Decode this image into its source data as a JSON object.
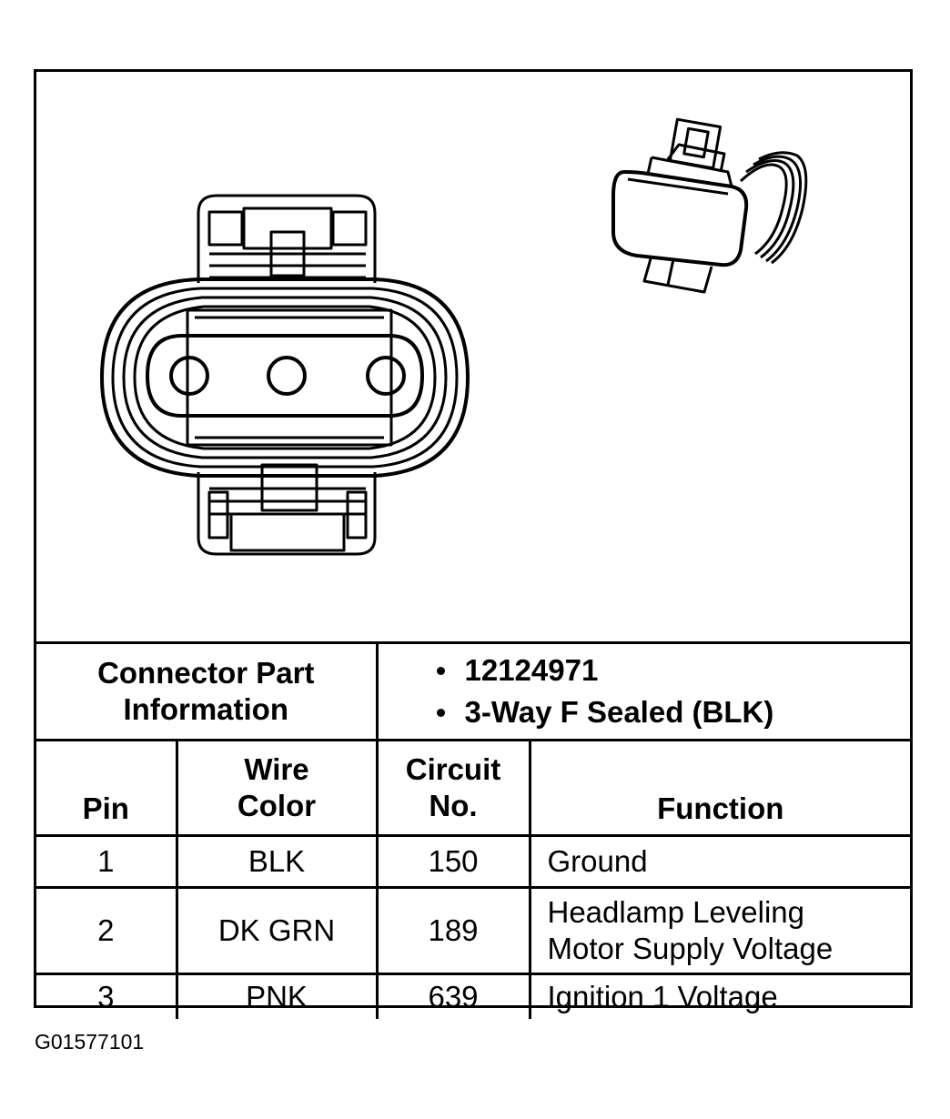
{
  "connector": {
    "info_label_line1": "Connector Part",
    "info_label_line2": "Information",
    "part_number": "12124971",
    "description": "3-Way F Sealed (BLK)"
  },
  "table": {
    "headers": {
      "pin": "Pin",
      "wire_color_line1": "Wire",
      "wire_color_line2": "Color",
      "circuit_line1": "Circuit",
      "circuit_line2": "No.",
      "function": "Function"
    },
    "rows": [
      {
        "pin": "1",
        "wire_color": "BLK",
        "circuit": "150",
        "function_line1": "Ground",
        "function_line2": ""
      },
      {
        "pin": "2",
        "wire_color": "DK GRN",
        "circuit": "189",
        "function_line1": "Headlamp Leveling",
        "function_line2": "Motor Supply Voltage"
      },
      {
        "pin": "3",
        "wire_color": "PNK",
        "circuit": "639",
        "function_line1": "Ignition 1 Voltage",
        "function_line2": ""
      }
    ]
  },
  "figure_id": "G01577101",
  "icons": {
    "connector_face": "connector-face-drawing",
    "connector_isometric": "connector-isometric-drawing"
  }
}
